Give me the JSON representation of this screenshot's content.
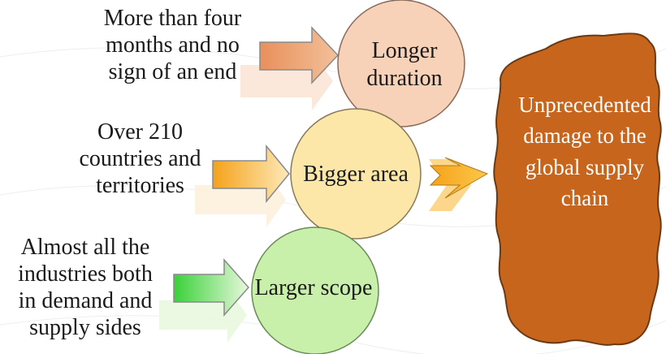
{
  "drivers": [
    {
      "label": "Longer duration",
      "detail": "More than four months and no sign of an end",
      "color": "#f5cdb0"
    },
    {
      "label": "Bigger area",
      "detail": "Over 210 countries and territories",
      "color": "#fde8a8"
    },
    {
      "label": "Larger scope",
      "detail": "Almost all the industries both in demand and supply sides",
      "color": "#c8f0a8"
    }
  ],
  "outcome": {
    "label": "Unprecedented damage to the global supply chain",
    "color": "#c8661c"
  },
  "detail_lines": [
    [
      "More than four",
      "months and no",
      "sign of an end"
    ],
    [
      "Over 210",
      "countries and",
      "territories"
    ],
    [
      "Almost all the",
      "industries both",
      "in demand and",
      "supply sides"
    ]
  ],
  "outcome_lines": [
    "Unprecedented",
    "damage to the",
    "global supply",
    "chain"
  ]
}
